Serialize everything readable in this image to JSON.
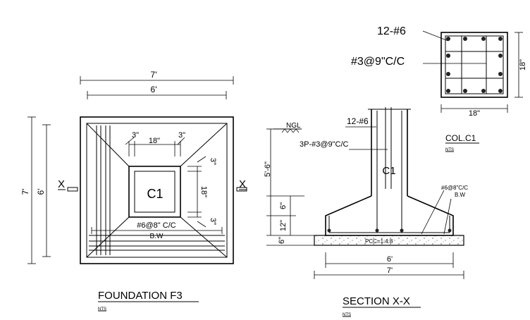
{
  "foundation_plan": {
    "title": "FOUNDATION F3",
    "title_note": "NTS",
    "dim_overall_width": "7'",
    "dim_inner_width": "6'",
    "dim_overall_height": "7'",
    "dim_inner_height": "6'",
    "col_width": "18\"",
    "col_offset_left": "3\"",
    "col_offset_right": "3\"",
    "col_height": "18\"",
    "col_offset_top": "3\"",
    "col_offset_bottom": "3\"",
    "column_label": "C1",
    "rebar_label": "#6@8\" C/C",
    "bw_label": "B.W",
    "section_marker_left": "X",
    "section_marker_right": "X"
  },
  "column_section": {
    "title": "COL.C1",
    "title_note": "NTS",
    "main_bars": "12-#6",
    "ties": "#3@9\"C/C",
    "dim_width": "18\"",
    "dim_height": "18\""
  },
  "section_xx": {
    "title": "SECTION X-X",
    "title_note": "NTS",
    "ngl_label": "NGL",
    "main_bars": "12-#6",
    "ties": "3P-#3@9\"C/C",
    "column_label": "C1",
    "rebar_label": "#6@8\"C/C",
    "bw_label": "B.W",
    "pcc_label": "PCC=1:4:8",
    "dim_depth": "5'-6\"",
    "dim_slope": "6\"",
    "dim_base": "12\"",
    "dim_pcc": "6\"",
    "dim_footing_width": "6'",
    "dim_pcc_width": "7'"
  }
}
